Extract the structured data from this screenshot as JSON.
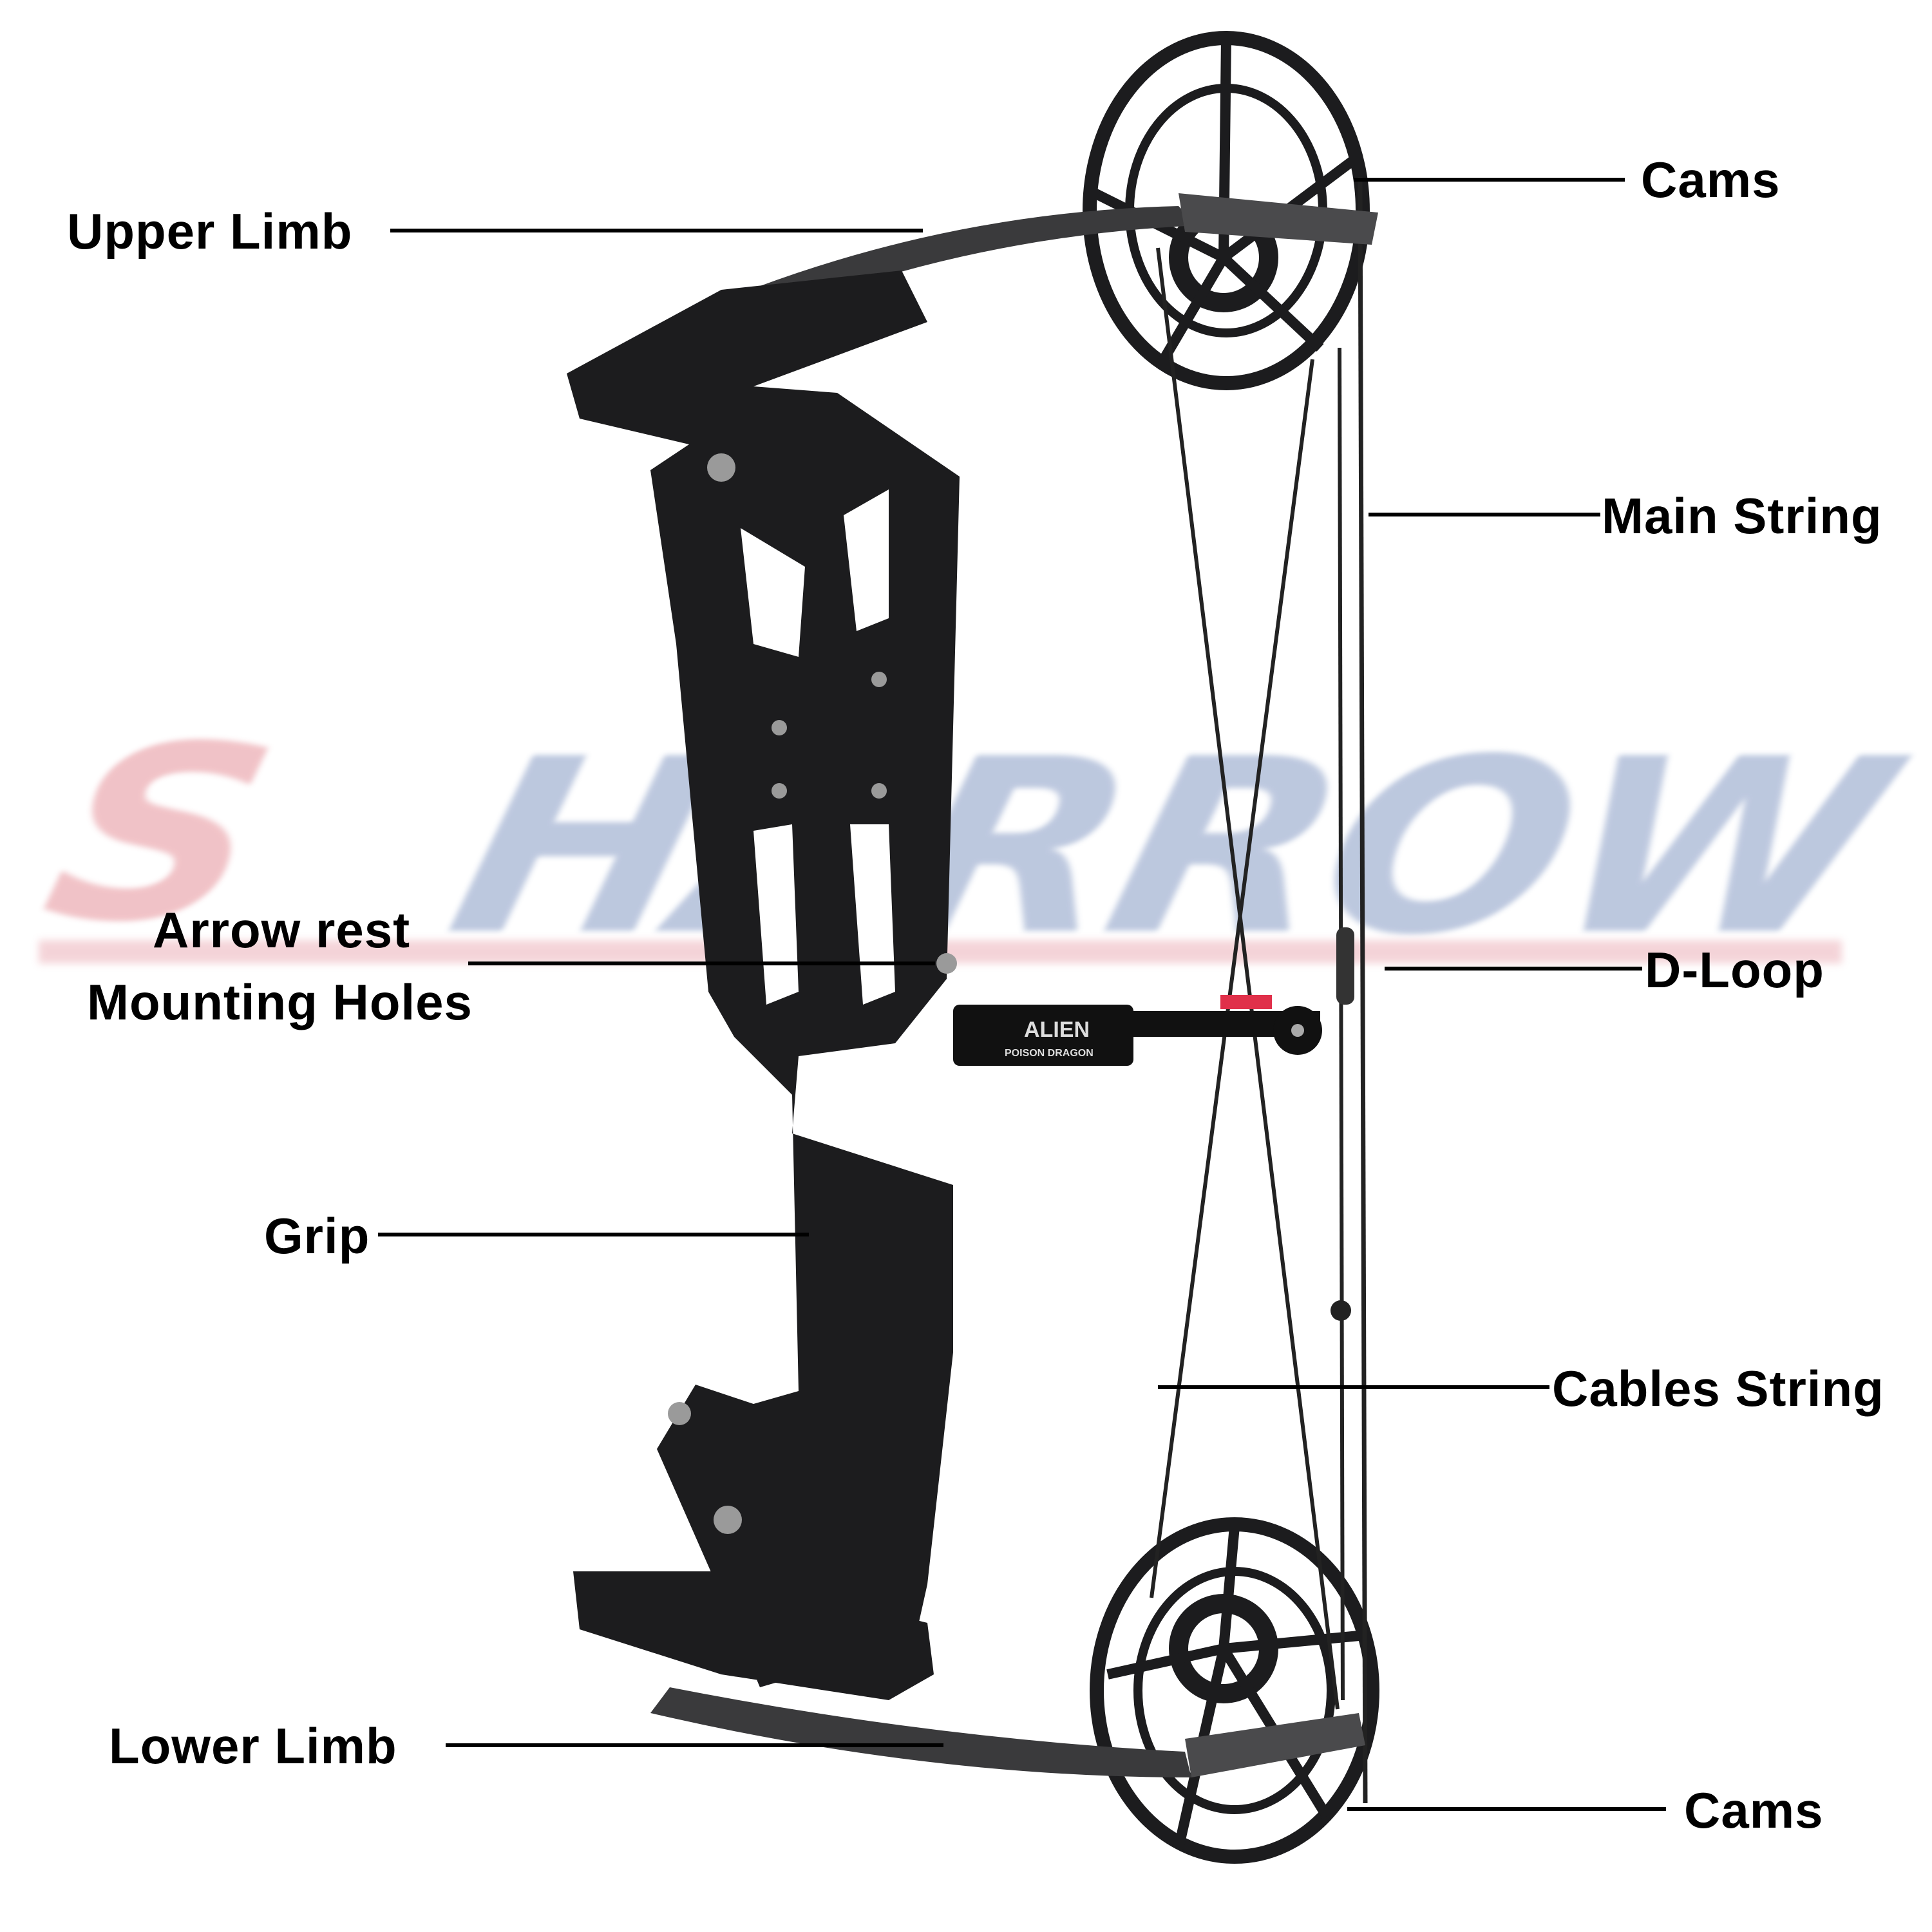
{
  "watermark": {
    "first_letter": "S",
    "rest": "HARROW",
    "colors": {
      "s": "#e07a84",
      "rest": "#6d86b8",
      "arrow": "#e8a0aa"
    }
  },
  "product_logo": {
    "brand": "ALIEN",
    "model": "POISON DRAGON"
  },
  "labels": {
    "cams_top": "Cams",
    "upper_limb": "Upper Limb",
    "main_string": "Main String",
    "arrow_rest_line1": "Arrow rest",
    "arrow_rest_line2": "Mounting Holes",
    "d_loop": "D-Loop",
    "grip": "Grip",
    "cables_string": "Cables String",
    "lower_limb": "Lower Limb",
    "cams_bottom": "Cams"
  },
  "colors": {
    "bow": "#1c1c1e",
    "string": "#222222",
    "accent_red": "#e0304a",
    "label": "#000000"
  }
}
